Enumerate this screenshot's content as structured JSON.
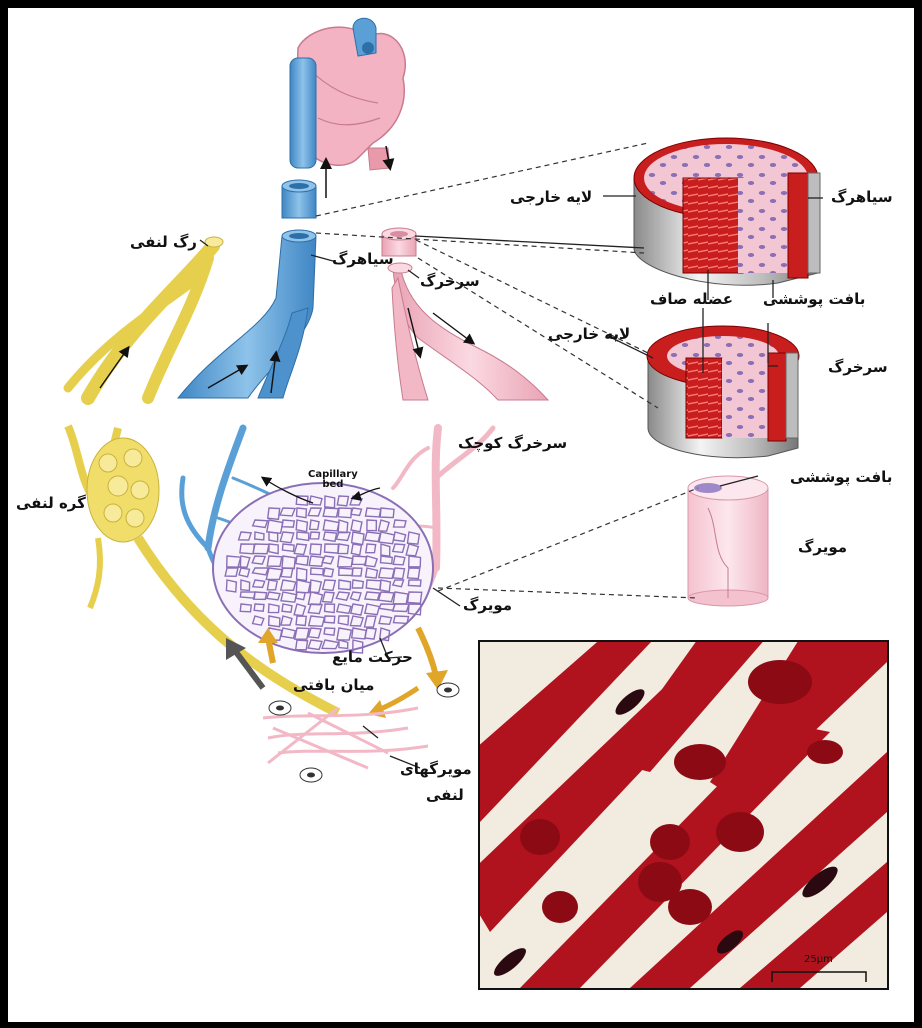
{
  "labels": {
    "vein_top_right": "سیاهرگ",
    "outer_layer_top": "لایه خارجی",
    "lymph_vessel": "رگ لنفی",
    "vein_left": "سیاهرگ",
    "artery_small_label": "سرخرگ",
    "endothelium_top": "بافت پوششی",
    "smooth_muscle": "عضله صاف",
    "outer_layer_mid": "لایه خارجی",
    "artery_right": "سرخرگ",
    "arteriole": "سرخرگ کوچک",
    "capillary_bed_line1": "Capillary",
    "capillary_bed_line2": "bed",
    "endothelium_capillary": "بافت پوششی",
    "lymph_node": "گره لنفی",
    "capillary_right": "مویرگ",
    "capillary_center": "مویرگ",
    "fluid_line1": "حرکت مایع",
    "fluid_line2": "میان بافتی",
    "lymph_cap_line1": "مویرگهای",
    "lymph_cap_line2": "لنفی",
    "scale_bar": "25µm"
  },
  "colors": {
    "vein": "#5aa0d6",
    "artery": "#f2b8c6",
    "lymph": "#f0dd6a",
    "muscle": "#c81e1e",
    "capillary_mesh": "#8a6fb5",
    "fluid_arrow": "#e0a62a",
    "micrograph_bg": "#f1ebe0",
    "micrograph_tissue": "#b0121e"
  }
}
